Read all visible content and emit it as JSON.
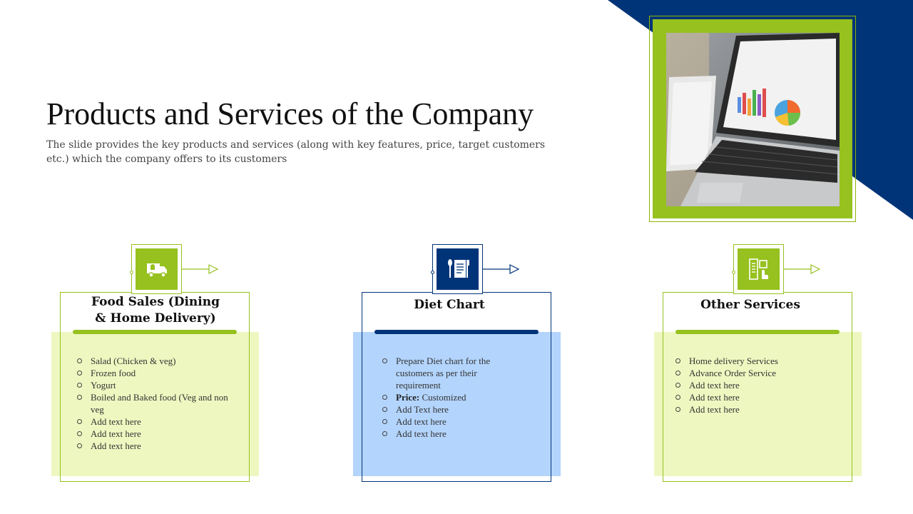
{
  "slide": {
    "title": "Products and Services of the Company",
    "subtitle": "The slide provides the key products and services (along with key features, price, target customers etc.) which the company offers to its customers"
  },
  "colors": {
    "green": "#96c11f",
    "green_light": "#eef7c0",
    "navy": "#003478",
    "blue_light": "#b3d4fc"
  },
  "cards": [
    {
      "icon": "delivery-truck-icon",
      "title_line1": "Food Sales (Dining",
      "title_line2": "& Home Delivery)",
      "items": [
        "Salad (Chicken & veg)",
        "Frozen food",
        "Yogurt",
        "Boiled and Baked food  (Veg and non veg",
        "Add text here",
        "Add text here",
        "Add text here"
      ]
    },
    {
      "icon": "diet-menu-icon",
      "title": "Diet Chart",
      "items": [
        "Prepare Diet chart for the customers as per their requirement",
        "Add Text here",
        "Add text here",
        "Add text here"
      ],
      "price_label": "Price:",
      "price_value": "Customized"
    },
    {
      "icon": "services-checklist-icon",
      "title": "Other Services",
      "items": [
        "Home delivery Services",
        "Advance Order Service",
        "Add text here",
        "Add text here",
        "Add text here"
      ]
    }
  ]
}
